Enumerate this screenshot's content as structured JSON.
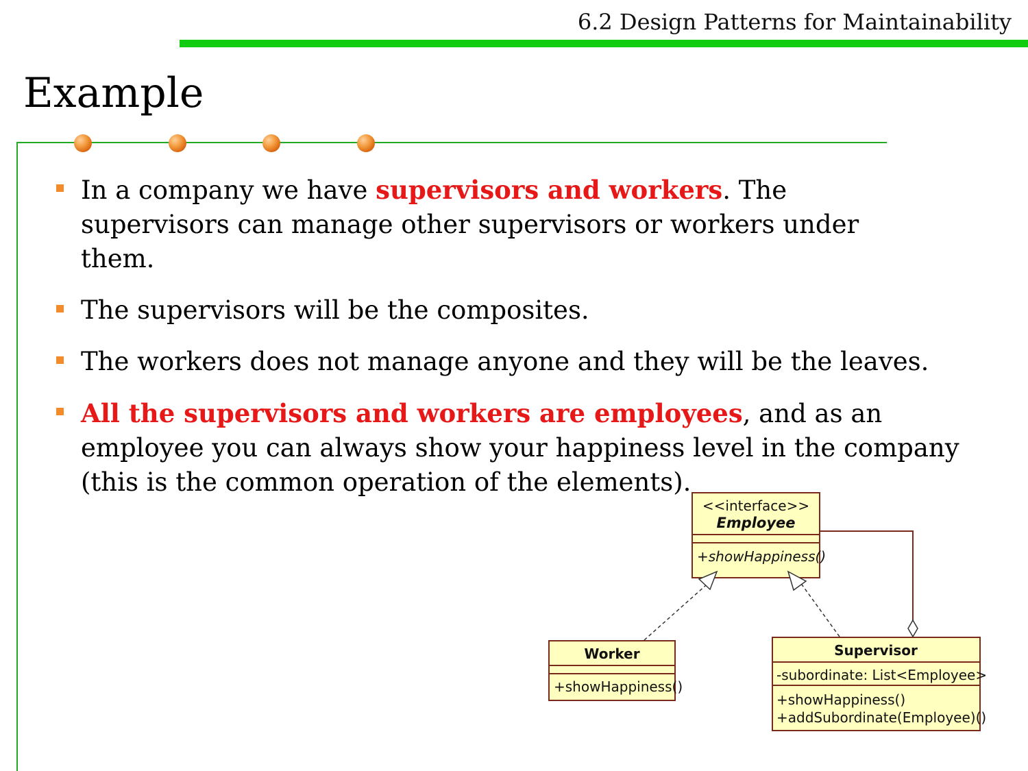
{
  "header": {
    "section_title": "6.2 Design Patterns for Maintainability"
  },
  "slide": {
    "title": "Example"
  },
  "bullets": [
    {
      "segments": [
        {
          "text": "In a company we have "
        },
        {
          "text": "supervisors and workers"
        },
        {
          "text": ". The supervisors can manage other supervisors or workers under them."
        }
      ]
    },
    {
      "segments": [
        {
          "text": "The supervisors will be the composites."
        }
      ]
    },
    {
      "segments": [
        {
          "text": "The workers does not manage anyone and they will be the leaves."
        }
      ]
    },
    {
      "segments": [
        {
          "text": "All the supervisors and workers are employees"
        },
        {
          "text": ", and as an employee you can always show your happiness level in the company (this is the common operation of the elements)."
        }
      ]
    }
  ],
  "uml": {
    "employee": {
      "stereotype": "<<interface>>",
      "name": "Employee",
      "method": "+showHappiness()"
    },
    "worker": {
      "name": "Worker",
      "method": "+showHappiness()"
    },
    "supervisor": {
      "name": "Supervisor",
      "attribute": "-subordinate: List<Employee>",
      "method1": "+showHappiness()",
      "method2": "+addSubordinate(Employee)()"
    }
  },
  "colors": {
    "accent_green": "#11cc11",
    "highlight_red": "#e61818",
    "bullet_orange": "#f38b2a",
    "uml_box_fill": "#ffffc0",
    "uml_line": "#7a2a1a"
  }
}
